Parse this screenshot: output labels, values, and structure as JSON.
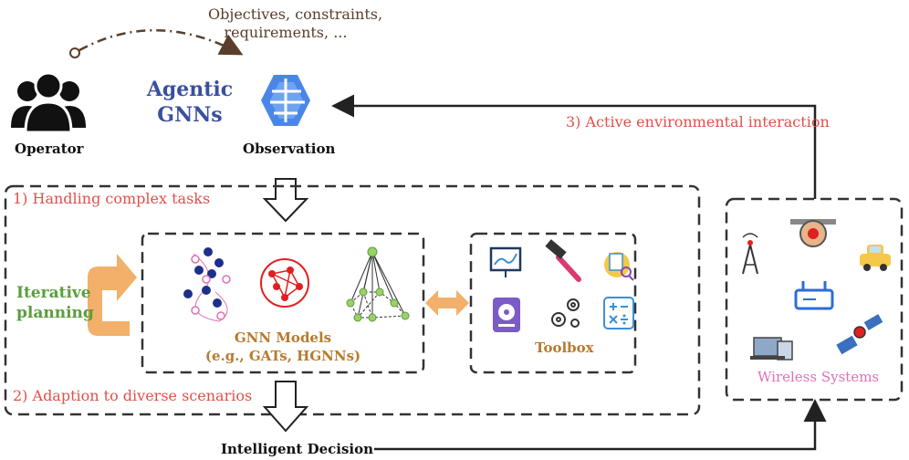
{
  "operator_label": "Operator",
  "objectives_text": [
    "Objectives, constraints,",
    "requirements, ..."
  ],
  "agentic_title": [
    "Agentic",
    "GNNs"
  ],
  "observation_label": "Observation",
  "active_interaction_label": "3) Active environmental interaction",
  "handling_label": "1) Handling complex tasks",
  "adaption_label": "2) Adaption to diverse scenarios",
  "iterative_label": [
    "Iterative",
    "planning"
  ],
  "gnn_models_label": [
    "GNN Models",
    "(e.g., GATs, HGNNs)"
  ],
  "toolbox_label": "Toolbox",
  "wireless_label": "Wireless Systems",
  "decision_label": "Intelligent Decision",
  "colors": {
    "red_label": "#e0504a",
    "agentic_blue": "#3a4fa0",
    "green": "#5a9e3c",
    "brown": "#b87a2e",
    "pink": "#e071b4",
    "orange_arrow": "#f2b06a",
    "dark": "#222222"
  }
}
